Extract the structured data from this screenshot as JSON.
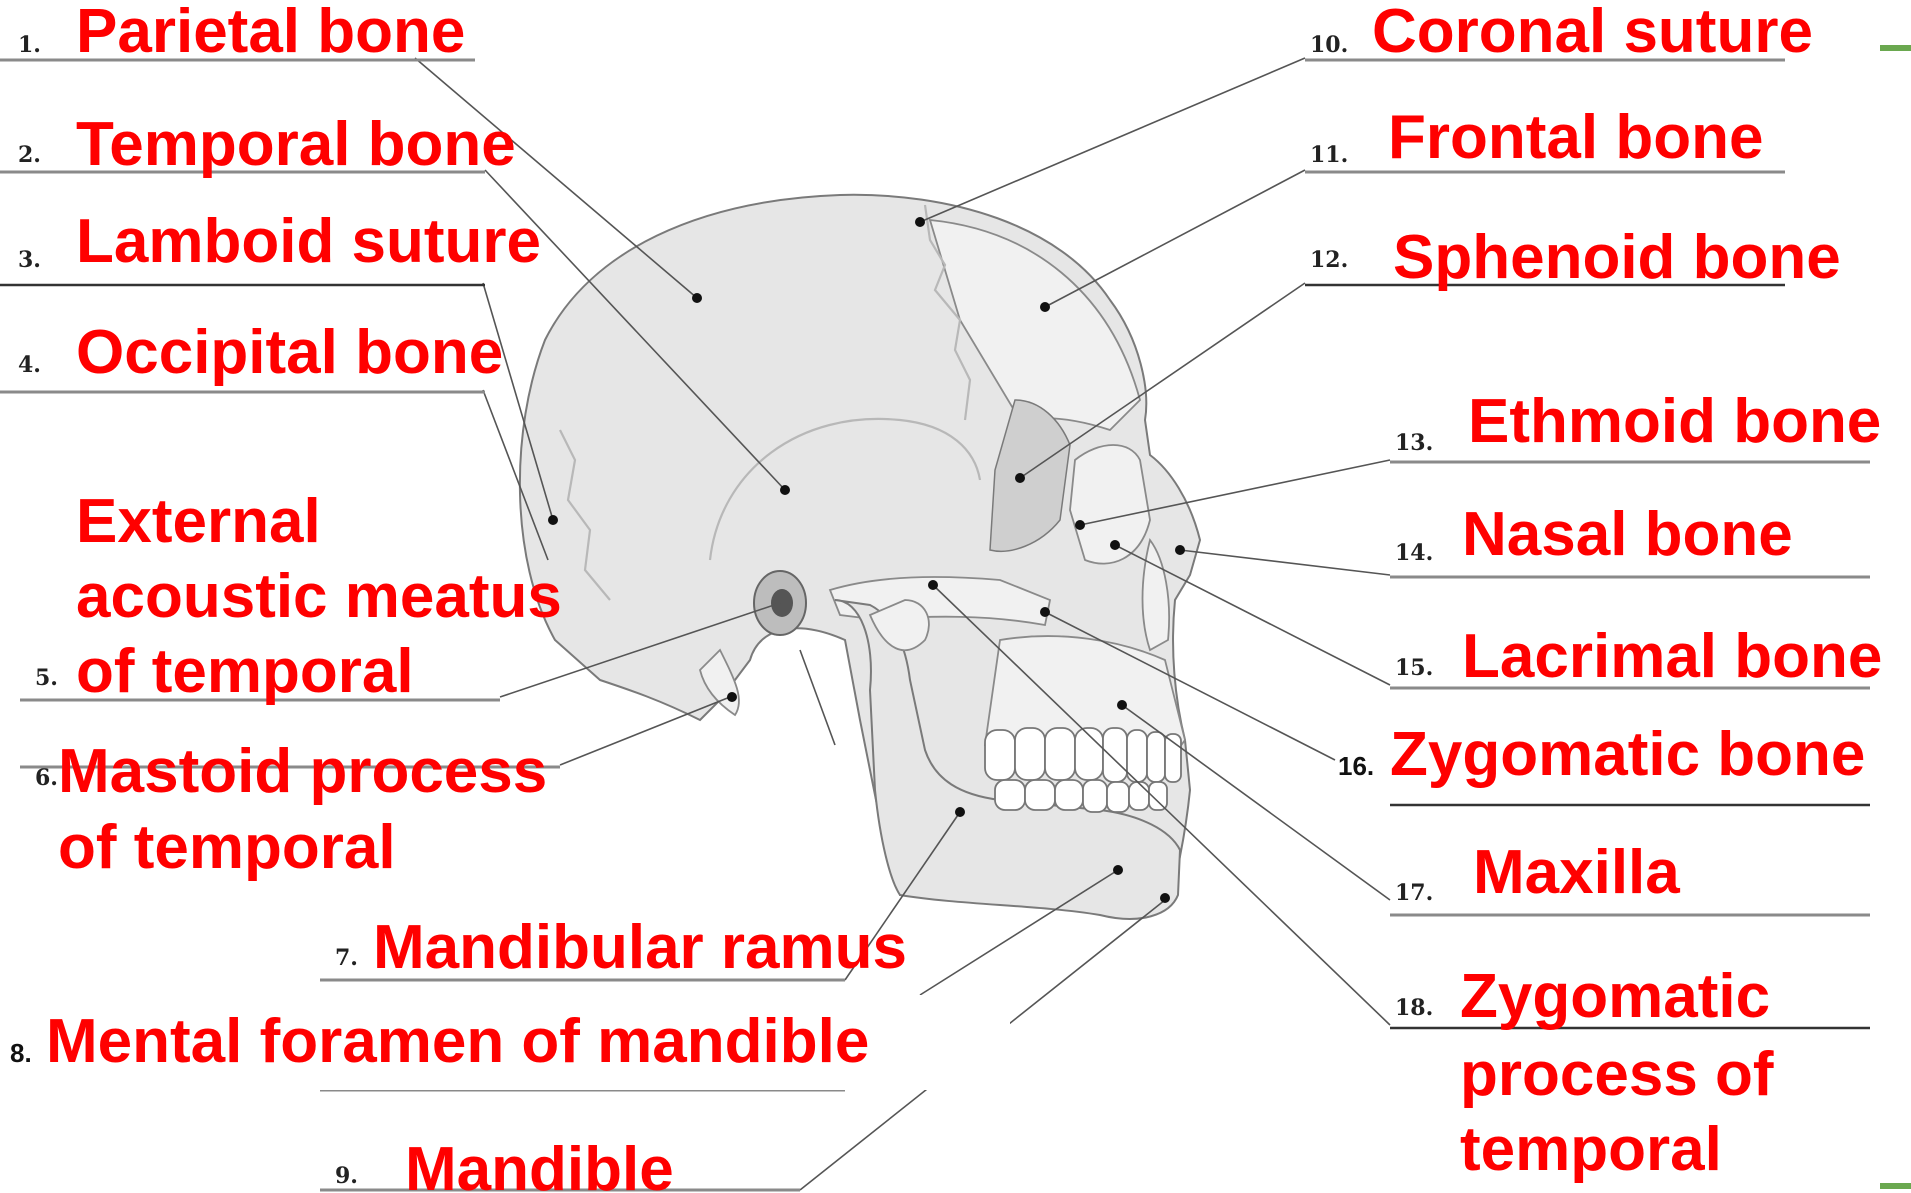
{
  "labels": [
    {
      "num": "1.",
      "text": [
        "Parietal bone"
      ]
    },
    {
      "num": "2.",
      "text": [
        "Temporal bone"
      ]
    },
    {
      "num": "3.",
      "text": [
        "Lamboid suture"
      ]
    },
    {
      "num": "4.",
      "text": [
        "Occipital bone"
      ]
    },
    {
      "num": "5.",
      "text": [
        "External",
        "acoustic meatus",
        "of temporal"
      ]
    },
    {
      "num": "6.",
      "text": [
        "Mastoid process",
        "of temporal"
      ]
    },
    {
      "num": "7.",
      "text": [
        "Mandibular ramus"
      ]
    },
    {
      "num": "8.",
      "text": [
        "Mental foramen of mandible"
      ]
    },
    {
      "num": "9.",
      "text": [
        "Mandible"
      ]
    },
    {
      "num": "10.",
      "text": [
        "Coronal suture"
      ]
    },
    {
      "num": "11.",
      "text": [
        "Frontal bone"
      ]
    },
    {
      "num": "12.",
      "text": [
        "Sphenoid bone"
      ]
    },
    {
      "num": "13.",
      "text": [
        "Ethmoid bone"
      ]
    },
    {
      "num": "14.",
      "text": [
        "Nasal bone"
      ]
    },
    {
      "num": "15.",
      "text": [
        "Lacrimal bone"
      ]
    },
    {
      "num": "16.",
      "text": [
        "Zygomatic bone"
      ]
    },
    {
      "num": "17.",
      "text": [
        "Maxilla"
      ]
    },
    {
      "num": "18.",
      "text": [
        "Zygomatic",
        "process of",
        "temporal"
      ]
    }
  ],
  "colors": {
    "label": "#ff0000",
    "accent": "#6aa84f",
    "number": "#222222"
  }
}
